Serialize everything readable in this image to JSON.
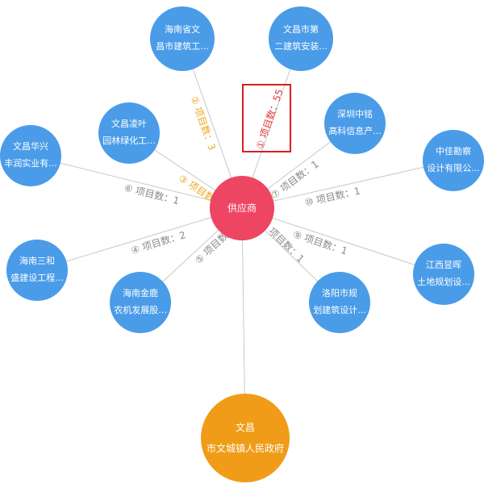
{
  "center": {
    "label": "供应商"
  },
  "government": {
    "line1": "文昌",
    "line2": "市文城镇人民政府"
  },
  "suppliers": [
    {
      "line1": "海南省文",
      "line2": "昌市建筑工..."
    },
    {
      "line1": "文昌市第",
      "line2": "二建筑安装..."
    },
    {
      "line1": "深圳中铭",
      "line2": "高科信息产..."
    },
    {
      "line1": "中佳勘察",
      "line2": "设计有限公..."
    },
    {
      "line1": "江西昱晖",
      "line2": "土地规划设..."
    },
    {
      "line1": "洛阳市规",
      "line2": "划建筑设计..."
    },
    {
      "line1": "海南金鹿",
      "line2": "农机发展股..."
    },
    {
      "line1": "海南三和",
      "line2": "盛建设工程..."
    },
    {
      "line1": "文昌华兴",
      "line2": "丰润实业有..."
    },
    {
      "line1": "文昌凌叶",
      "line2": "园林绿化工..."
    }
  ],
  "edge_labels": [
    {
      "text": "② 项目数：3",
      "color": "#f0a81c"
    },
    {
      "text": "① 项目数：55",
      "color": "#e2393d"
    },
    {
      "text": "⑦ 项目数：1",
      "color": "#8a8a8a"
    },
    {
      "text": "⑩ 项目数：1",
      "color": "#8a8a8a"
    },
    {
      "text": "⑨ 项目数：1",
      "color": "#8a8a8a"
    },
    {
      "text": "⑧ 项目数：1",
      "color": "#8a8a8a"
    },
    {
      "text": "⑤ 项目数：1",
      "color": "#8a8a8a"
    },
    {
      "text": "④ 项目数：2",
      "color": "#8a8a8a"
    },
    {
      "text": "⑥ 项目数：1",
      "color": "#8a8a8a"
    },
    {
      "text": "③ 项目数：2",
      "color": "#f0a81c"
    }
  ],
  "colors": {
    "supplier_node": "#4a9ce8",
    "hub_node": "#ee4563",
    "government_node": "#f09c18",
    "edge": "#c8c8c8",
    "highlight_box": "#d92020"
  }
}
